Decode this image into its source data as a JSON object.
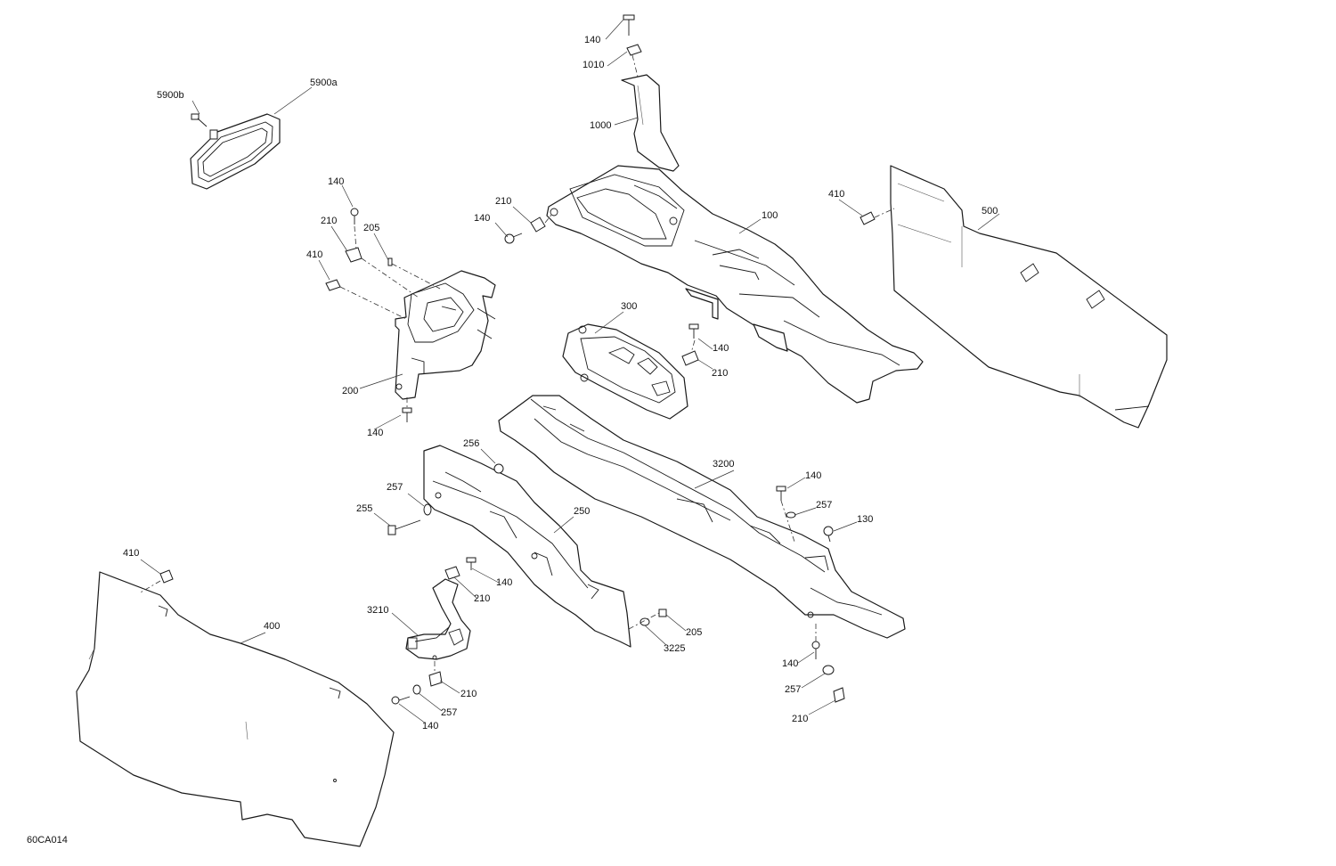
{
  "figure_code": "60CA014",
  "callouts": [
    {
      "id": "c-140-top",
      "text": "140"
    },
    {
      "id": "c-1010",
      "text": "1010"
    },
    {
      "id": "c-1000",
      "text": "1000"
    },
    {
      "id": "c-5900b",
      "text": "5900b"
    },
    {
      "id": "c-5900a",
      "text": "5900a"
    },
    {
      "id": "c-140-a",
      "text": "140"
    },
    {
      "id": "c-210-a",
      "text": "210"
    },
    {
      "id": "c-205-a",
      "text": "205"
    },
    {
      "id": "c-410-a",
      "text": "410"
    },
    {
      "id": "c-200",
      "text": "200"
    },
    {
      "id": "c-140-b",
      "text": "140"
    },
    {
      "id": "c-210-b",
      "text": "210"
    },
    {
      "id": "c-140-c",
      "text": "140"
    },
    {
      "id": "c-100",
      "text": "100"
    },
    {
      "id": "c-410-b",
      "text": "410"
    },
    {
      "id": "c-500",
      "text": "500"
    },
    {
      "id": "c-300",
      "text": "300"
    },
    {
      "id": "c-140-d",
      "text": "140"
    },
    {
      "id": "c-210-c",
      "text": "210"
    },
    {
      "id": "c-256",
      "text": "256"
    },
    {
      "id": "c-257-a",
      "text": "257"
    },
    {
      "id": "c-255",
      "text": "255"
    },
    {
      "id": "c-250",
      "text": "250"
    },
    {
      "id": "c-3200",
      "text": "3200"
    },
    {
      "id": "c-140-e",
      "text": "140"
    },
    {
      "id": "c-257-b",
      "text": "257"
    },
    {
      "id": "c-130",
      "text": "130"
    },
    {
      "id": "c-410-c",
      "text": "410"
    },
    {
      "id": "c-400",
      "text": "400"
    },
    {
      "id": "c-140-f",
      "text": "140"
    },
    {
      "id": "c-210-d",
      "text": "210"
    },
    {
      "id": "c-3210",
      "text": "3210"
    },
    {
      "id": "c-205-b",
      "text": "205"
    },
    {
      "id": "c-3225",
      "text": "3225"
    },
    {
      "id": "c-140-g",
      "text": "140"
    },
    {
      "id": "c-257-c",
      "text": "257"
    },
    {
      "id": "c-210-e",
      "text": "210"
    },
    {
      "id": "c-210-f",
      "text": "210"
    },
    {
      "id": "c-257-d",
      "text": "257"
    },
    {
      "id": "c-140-h",
      "text": "140"
    }
  ]
}
